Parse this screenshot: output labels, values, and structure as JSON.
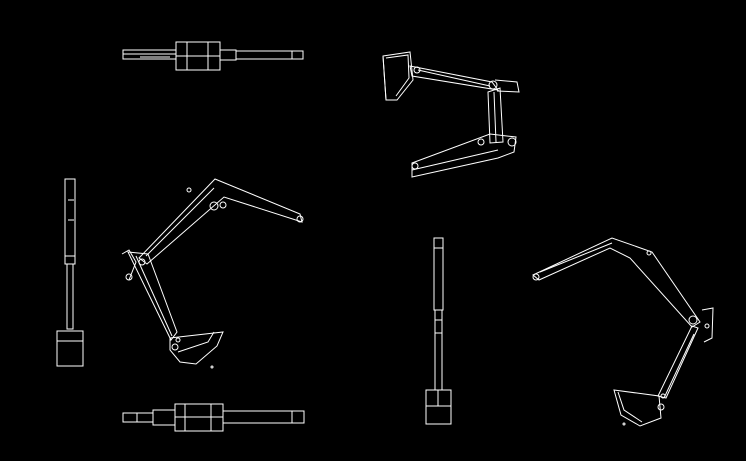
{
  "drawing": {
    "background": "#000000",
    "stroke": "#ffffff",
    "views": [
      {
        "id": "top-plan-upper",
        "label": ""
      },
      {
        "id": "isometric-view",
        "label": ""
      },
      {
        "id": "front-narrow-left",
        "label": ""
      },
      {
        "id": "side-elevation-left",
        "label": ""
      },
      {
        "id": "top-plan-lower",
        "label": ""
      },
      {
        "id": "front-narrow-right",
        "label": ""
      },
      {
        "id": "side-elevation-right",
        "label": ""
      }
    ]
  }
}
